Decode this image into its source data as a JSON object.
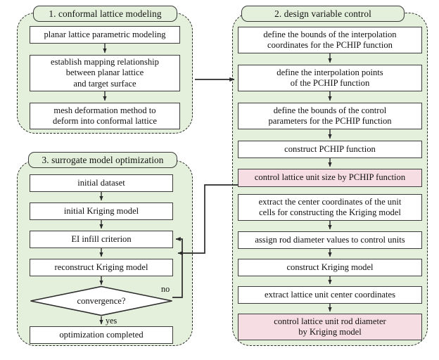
{
  "figure": {
    "type": "flowchart",
    "description": "Three-stage workflow diagram: conformal lattice modeling, design variable control, and surrogate model optimization",
    "colors": {
      "panel_fill": "#e4efdc",
      "panel_border": "#2b2b2b",
      "box_fill": "#ffffff",
      "box_border": "#3c3c3c",
      "highlight_fill": "#f6dde3",
      "text": "#111111"
    }
  },
  "panels": [
    {
      "id": "panel-1",
      "title": "1.  conformal lattice modeling",
      "nodes": [
        {
          "id": "p1n1",
          "lines": [
            "planar lattice parametric modeling"
          ],
          "highlight": false
        },
        {
          "id": "p1n2",
          "lines": [
            "establish mapping relationship",
            "between planar lattice",
            "and target surface"
          ],
          "highlight": false
        },
        {
          "id": "p1n3",
          "lines": [
            "mesh deformation method to",
            "deform into conformal lattice"
          ],
          "highlight": false
        }
      ]
    },
    {
      "id": "panel-2",
      "title": "2.  design variable control",
      "nodes": [
        {
          "id": "p2n1",
          "lines": [
            "define the bounds of the interpolation",
            "coordinates for the PCHIP function"
          ],
          "highlight": false
        },
        {
          "id": "p2n2",
          "lines": [
            "define the interpolation points",
            "of the PCHIP function"
          ],
          "highlight": false
        },
        {
          "id": "p2n3",
          "lines": [
            "define the bounds of the control",
            "parameters for the PCHIP function"
          ],
          "highlight": false
        },
        {
          "id": "p2n4",
          "lines": [
            "construct PCHIP function"
          ],
          "highlight": false
        },
        {
          "id": "p2n5",
          "lines": [
            "control lattice unit size by PCHIP function"
          ],
          "highlight": true
        },
        {
          "id": "p2n6",
          "lines": [
            "extract the center coordinates of the unit",
            "cells for constructing the Kriging model"
          ],
          "highlight": false
        },
        {
          "id": "p2n7",
          "lines": [
            "assign rod diameter values to control units"
          ],
          "highlight": false
        },
        {
          "id": "p2n8",
          "lines": [
            "construct Kriging model"
          ],
          "highlight": false
        },
        {
          "id": "p2n9",
          "lines": [
            "extract lattice unit center coordinates"
          ],
          "highlight": false
        },
        {
          "id": "p2n10",
          "lines": [
            "control lattice unit rod diameter",
            "by Kriging model"
          ],
          "highlight": true
        }
      ]
    },
    {
      "id": "panel-3",
      "title": "3.  surrogate model optimization",
      "nodes": [
        {
          "id": "p3n1",
          "lines": [
            "initial dataset"
          ],
          "highlight": false
        },
        {
          "id": "p3n2",
          "lines": [
            "initial Kriging model"
          ],
          "highlight": false
        },
        {
          "id": "p3n3",
          "lines": [
            "EI infill criterion"
          ],
          "highlight": false
        },
        {
          "id": "p3n4",
          "lines": [
            "reconstruct Kriging model"
          ],
          "highlight": false
        },
        {
          "id": "p3d1",
          "lines": [
            "convergence?"
          ],
          "shape": "decision",
          "highlight": false
        },
        {
          "id": "p3n5",
          "lines": [
            "optimization completed"
          ],
          "highlight": false
        }
      ]
    }
  ],
  "edge_labels": {
    "no": "no",
    "yes": "yes"
  }
}
